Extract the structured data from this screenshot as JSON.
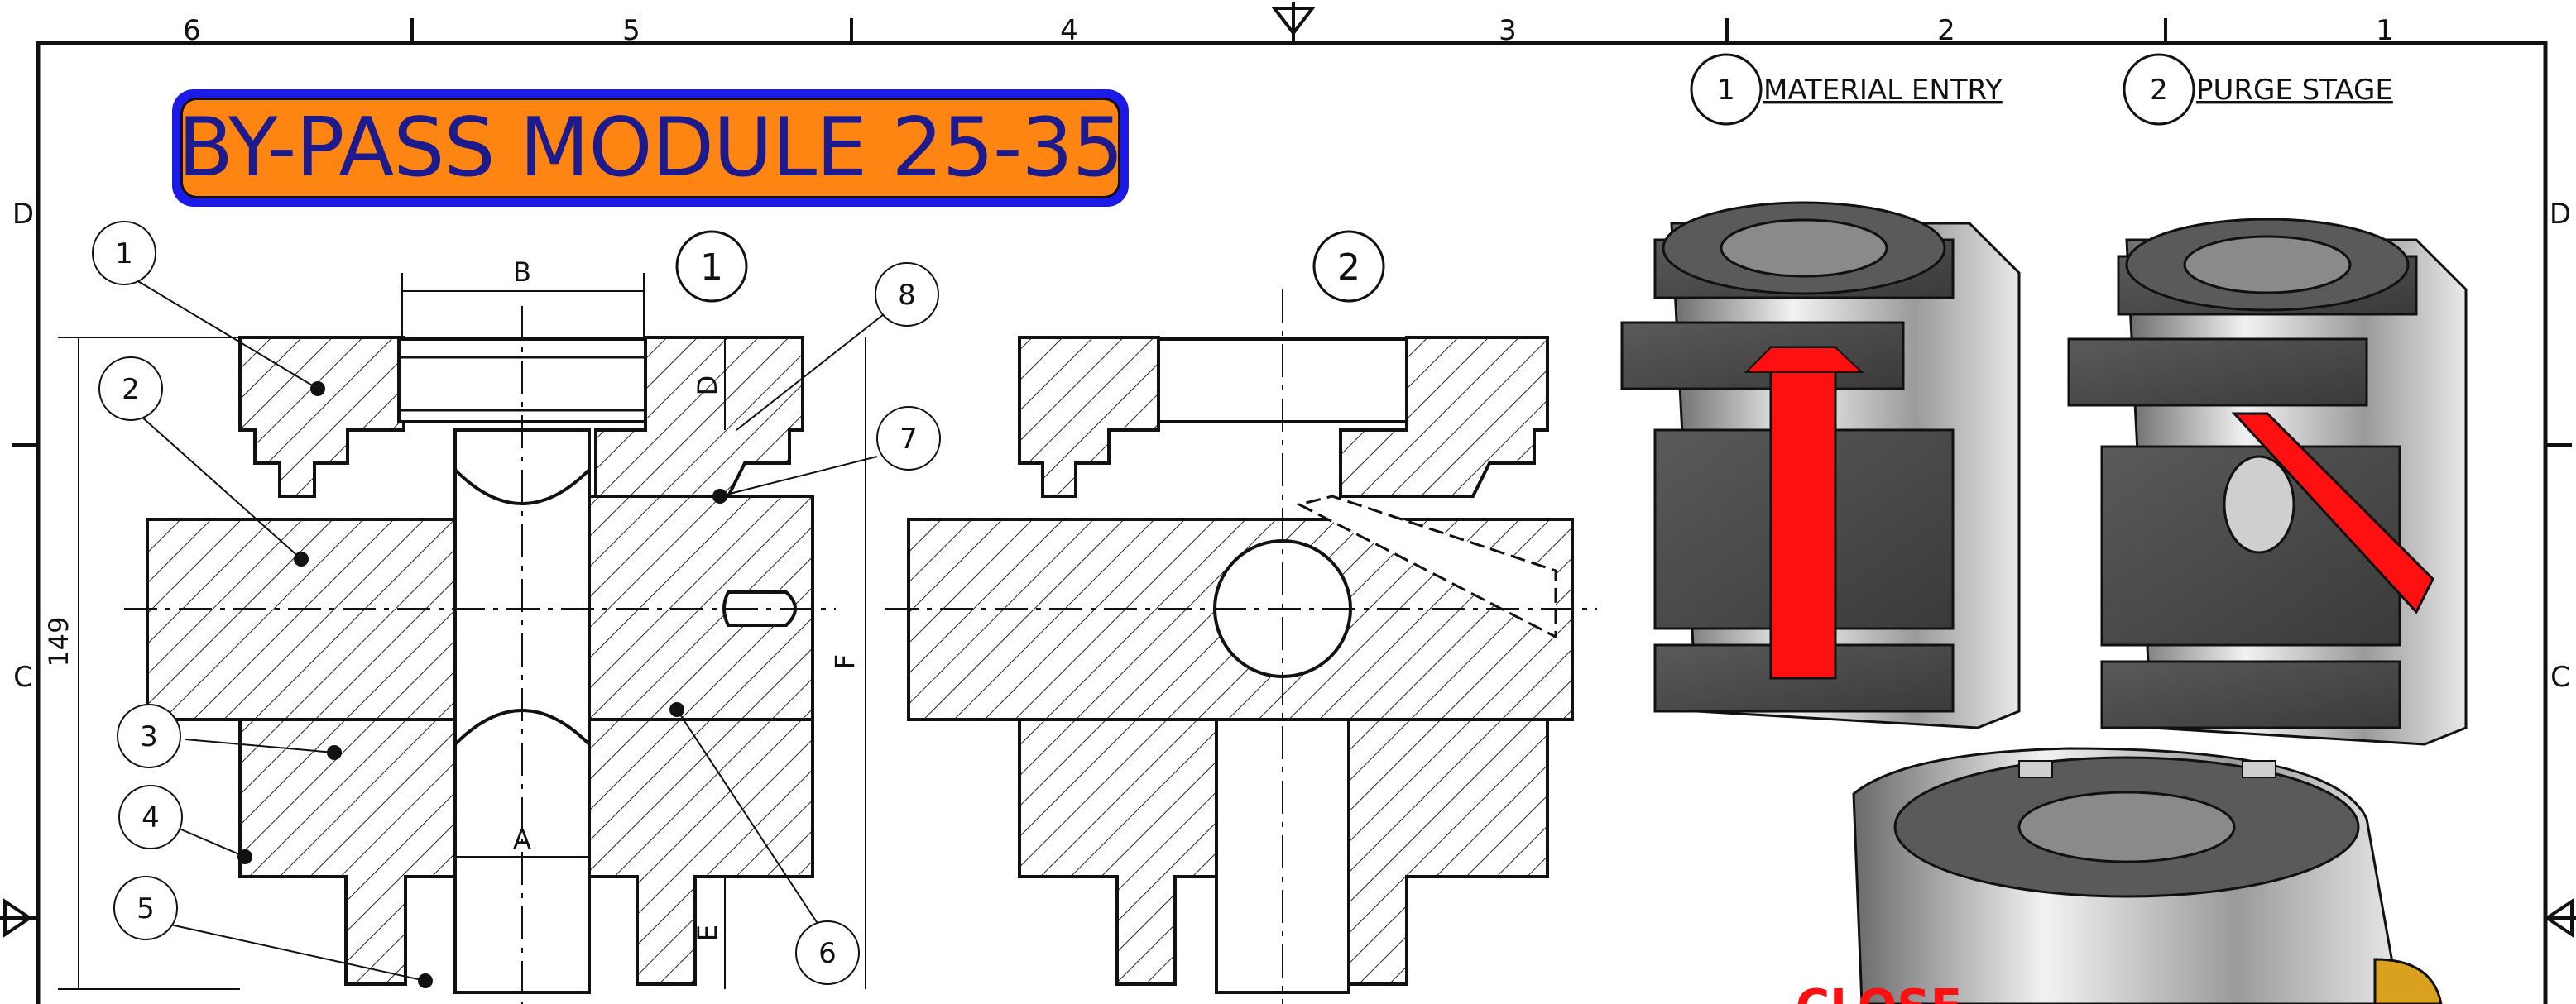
{
  "title": "BY-PASS MODULE 25-35",
  "colors": {
    "title_fill": "#ff8512",
    "title_border": "#1c1ae6",
    "title_text": "#1c1a8c",
    "highlight": "#ff1010",
    "body_dark": "#4a4a4a",
    "body_light": "#cfcfcf"
  },
  "border": {
    "columns": [
      "6",
      "5",
      "4",
      "3",
      "2",
      "1"
    ],
    "rows": [
      "D",
      "C"
    ]
  },
  "stages": [
    {
      "number": "1",
      "label": "MATERIAL ENTRY"
    },
    {
      "number": "2",
      "label": "PURGE STAGE"
    }
  ],
  "section_views": [
    "1",
    "2"
  ],
  "balloons": [
    "1",
    "2",
    "3",
    "4",
    "5",
    "6",
    "7",
    "8"
  ],
  "dimensions": {
    "overall_height": "149",
    "B": "B",
    "D": "D",
    "F": "F",
    "A": "A",
    "E": "E"
  },
  "cut_off_text": "CLOSE",
  "icons": [
    "section-marker-icon",
    "hatched-section-view",
    "isometric-view"
  ]
}
